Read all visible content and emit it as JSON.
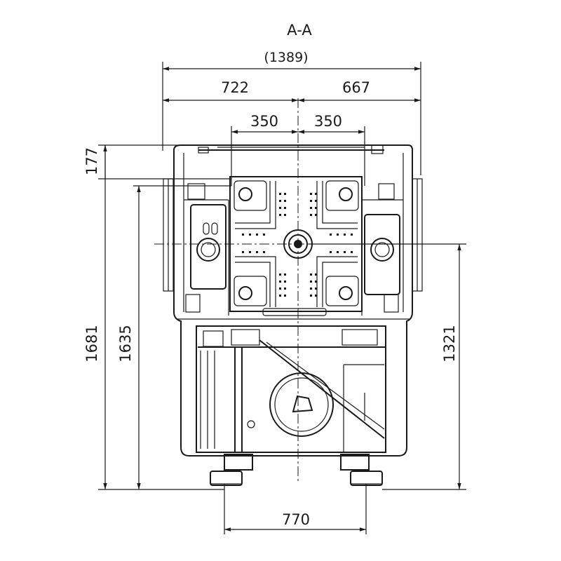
{
  "section_title": "A-A",
  "dimensions": {
    "overall_width": "(1389)",
    "left_width": "722",
    "right_width": "667",
    "left_offset": "350",
    "right_offset": "350",
    "top_offset": "177",
    "overall_height": "1681",
    "inner_height": "1635",
    "center_height": "1321",
    "base_width": "770"
  }
}
